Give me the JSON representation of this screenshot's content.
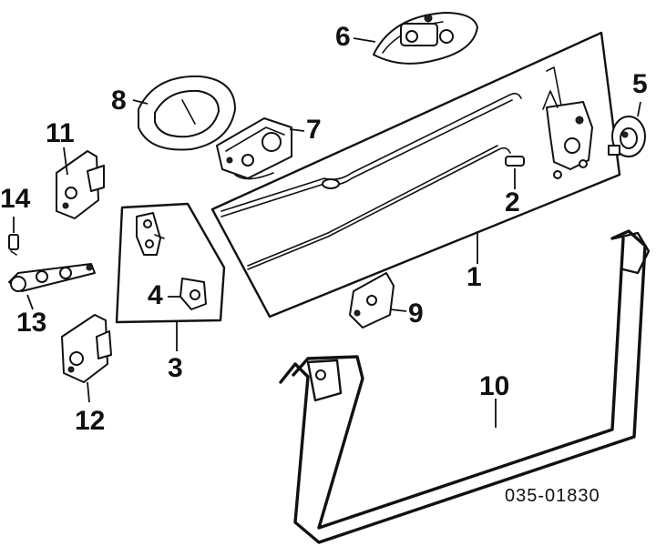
{
  "diagram": {
    "callouts": [
      {
        "id": "1",
        "label": "1"
      },
      {
        "id": "2",
        "label": "2"
      },
      {
        "id": "3",
        "label": "3"
      },
      {
        "id": "4",
        "label": "4"
      },
      {
        "id": "5",
        "label": "5"
      },
      {
        "id": "6",
        "label": "6"
      },
      {
        "id": "7",
        "label": "7"
      },
      {
        "id": "8",
        "label": "8"
      },
      {
        "id": "9",
        "label": "9"
      },
      {
        "id": "10",
        "label": "10"
      },
      {
        "id": "11",
        "label": "11"
      },
      {
        "id": "12",
        "label": "12"
      },
      {
        "id": "13",
        "label": "13"
      },
      {
        "id": "14",
        "label": "14"
      }
    ],
    "diagram_code": "035-01830"
  }
}
